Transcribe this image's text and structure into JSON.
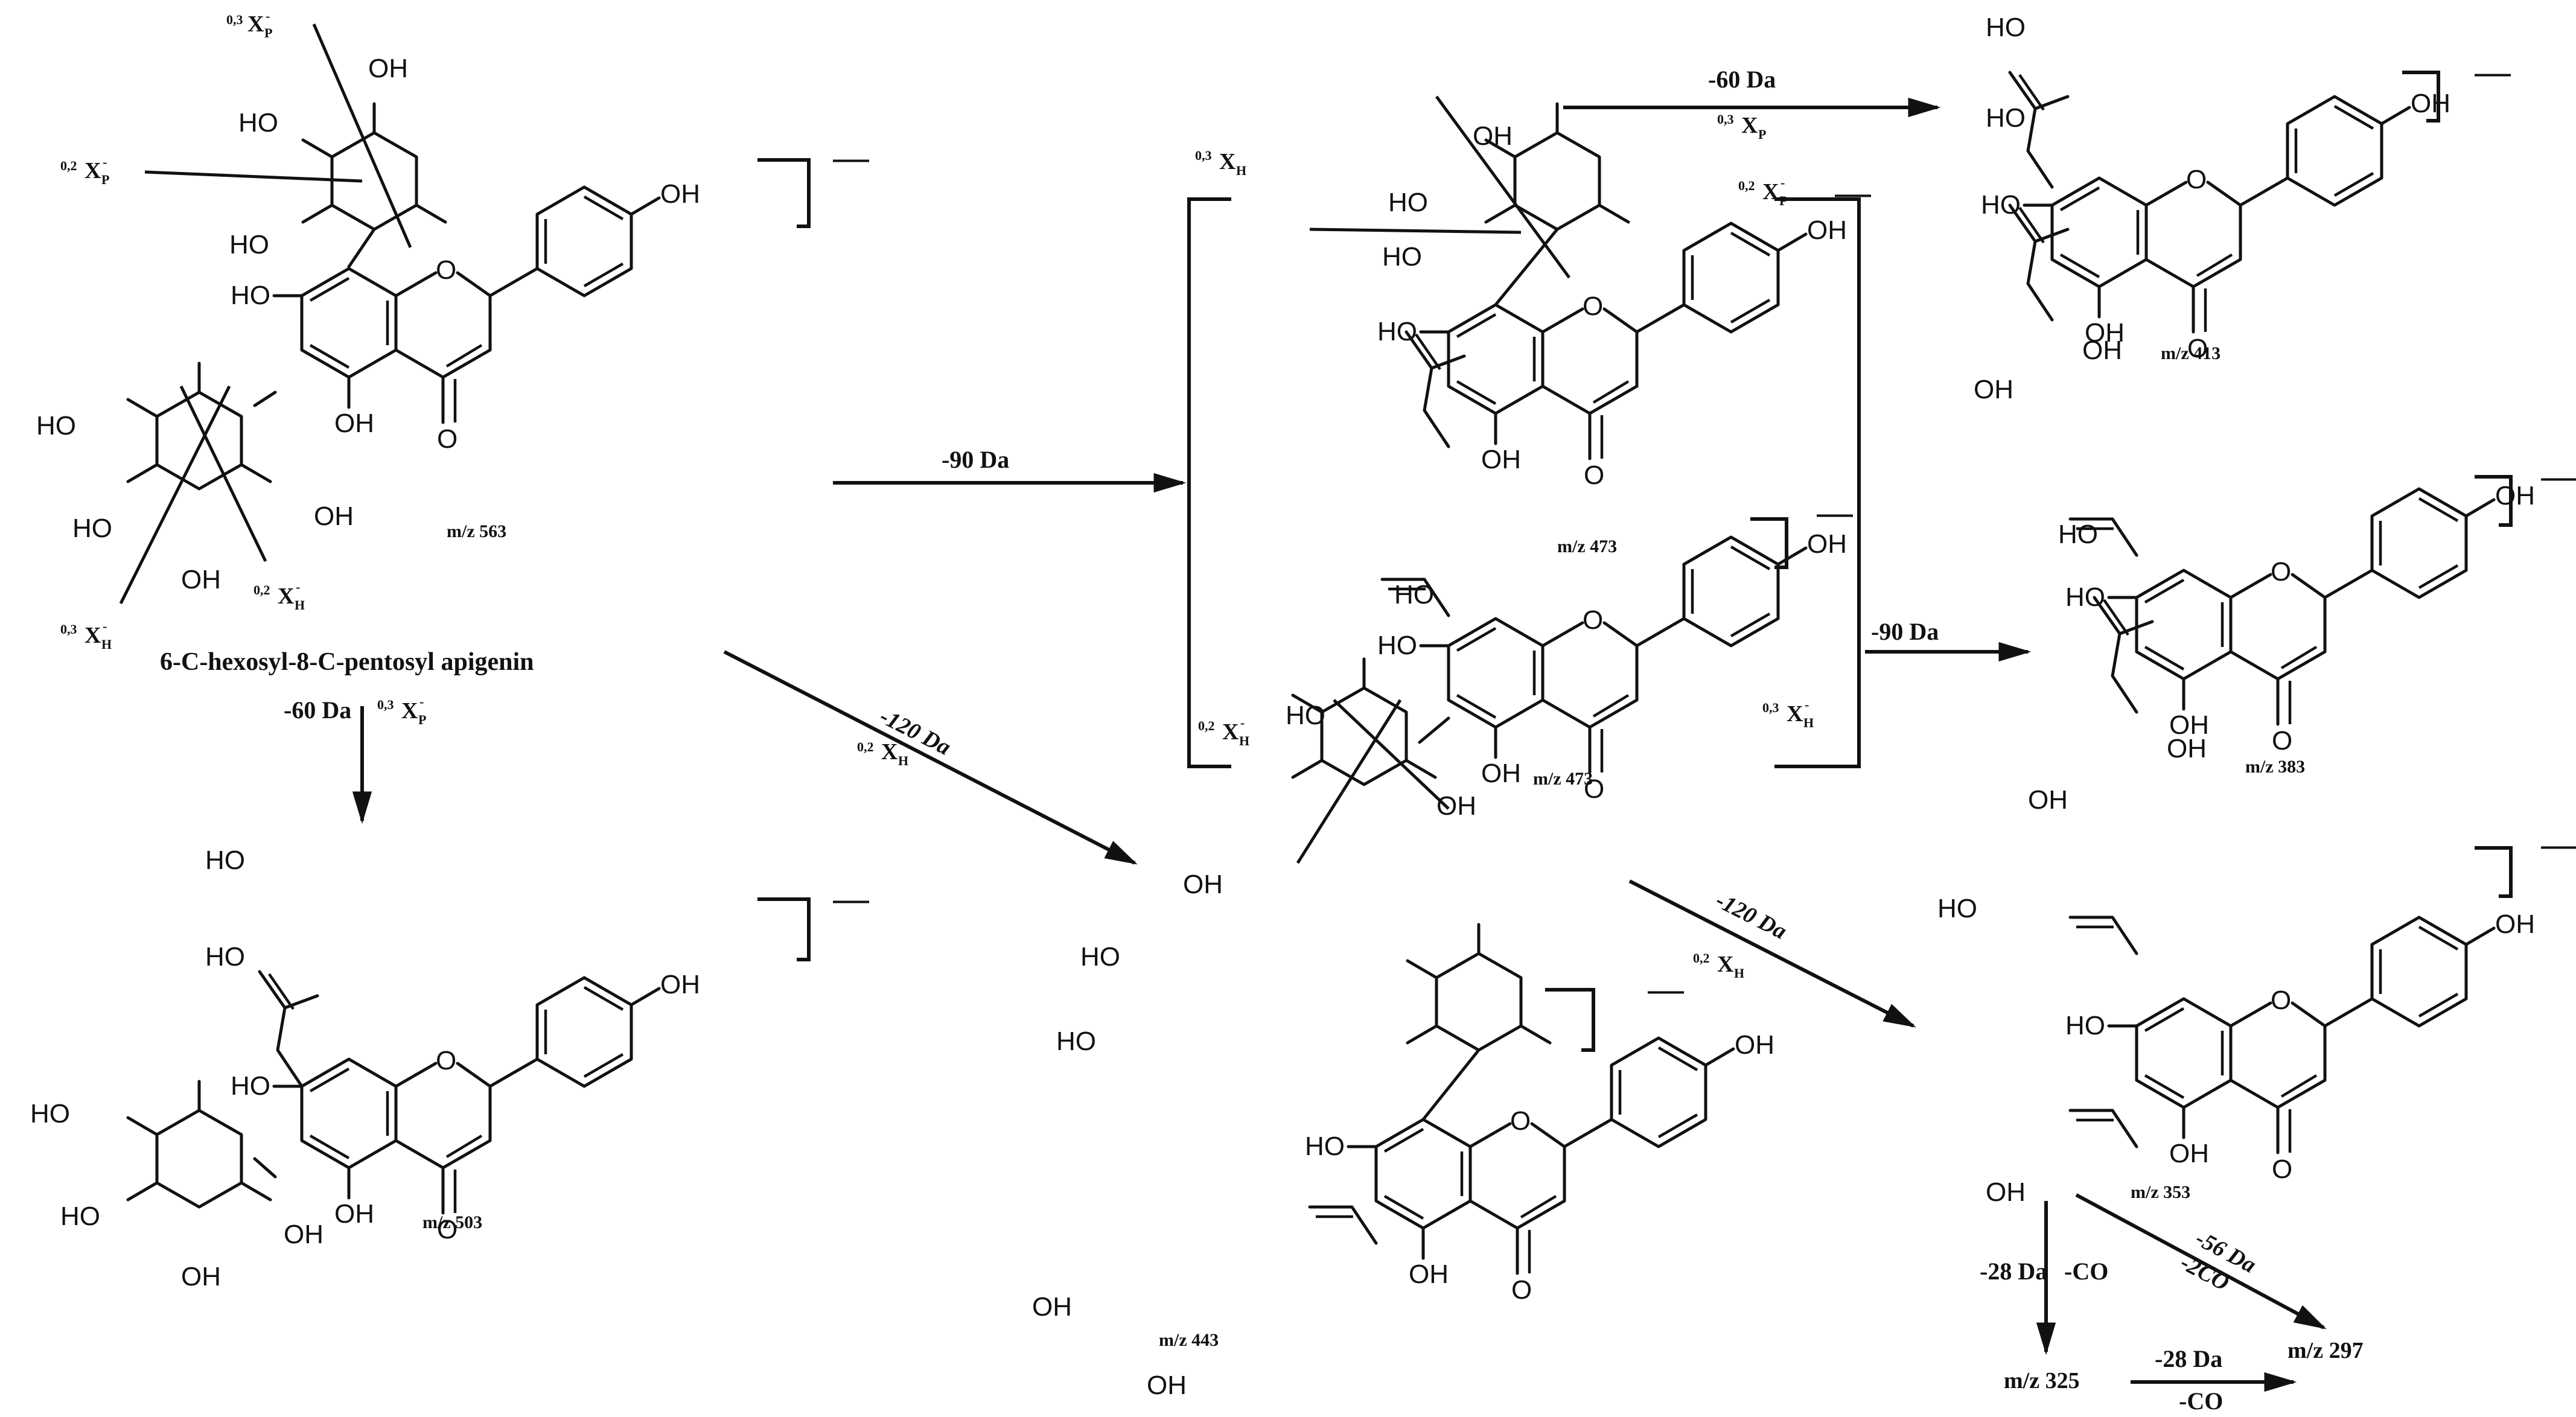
{
  "compound_name": "6-C-hexosyl-8-C-pentosyl apigenin",
  "atom_labels": {
    "hydroxyl": "OH",
    "hydroxyl_left": "HO",
    "ring_oxygen": "O",
    "charge": "—"
  },
  "precursor": {
    "mz_label": "m/z 563"
  },
  "fragments": {
    "f503": {
      "mz_label": "m/z 503"
    },
    "f443": {
      "mz_label": "m/z 443"
    },
    "f473a": {
      "mz_label": "m/z 473"
    },
    "f473b": {
      "mz_label": "m/z 473"
    },
    "f413": {
      "mz_label": "m/z 413"
    },
    "f383": {
      "mz_label": "m/z 383"
    },
    "f353": {
      "mz_label": "m/z 353"
    },
    "f325": {
      "mz_label": "m/z 325"
    },
    "f297": {
      "mz_label": "m/z 297"
    }
  },
  "transitions": {
    "loss_60": "-60 Da",
    "loss_90": "-90 Da",
    "loss_120": "-120 Da",
    "loss_90_second": "-90 Da",
    "loss_60_second": "-60 Da",
    "loss_120_second": "-120 Da",
    "loss_28": "-28 Da",
    "loss_28_co": "-CO",
    "loss_28_second": "-28 Da",
    "loss_28_second_co": "-CO",
    "loss_56": "-56 Da",
    "loss_56_co": "-2CO"
  },
  "cleavage_labels": {
    "x03_pentose": {
      "sup": "0,3",
      "main": "X",
      "sub": "P",
      "charge": "-"
    },
    "x02_hexose": {
      "sup": "0,2",
      "main": "X",
      "sub": "H",
      "charge": "-"
    },
    "x03_hexose": {
      "sup": "0,3",
      "main": "X",
      "sub": "H",
      "charge": "-"
    },
    "x02_pentose": {
      "sup": "0,2",
      "main": "X",
      "sub": "P",
      "charge": "-"
    }
  },
  "colors": {
    "ink": "#111111",
    "background": "#ffffff"
  }
}
